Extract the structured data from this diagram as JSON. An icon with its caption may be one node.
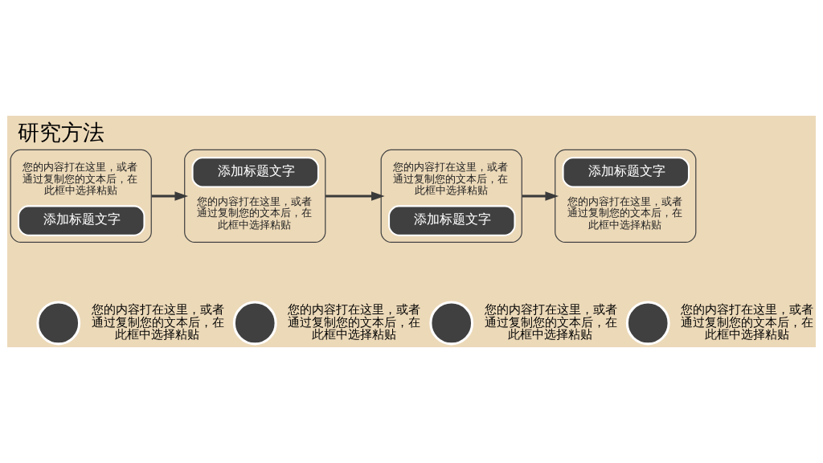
{
  "diagram": {
    "title": "研究方法",
    "nodes": [
      {
        "text": [
          "您的内容打在这里，或者通过复制您的文本后，在此框中选择粘贴",
          "添加标题文字"
        ]
      },
      {
        "text": [
          "添加标题文字",
          "您的内容打在这里，或者通过复制您的文本后，在此框中选择粘贴"
        ]
      },
      {
        "text": [
          "您的内容打在这里，或者通过复制您的文本后，在此框中选择粘贴",
          "添加标题文字"
        ]
      },
      {
        "text": [
          "添加标题文字",
          "您的内容打在这里，或者通过复制您的文本后，在此框中选择粘贴"
        ]
      },
      {
        "text": [],
        "shape": "circle",
        "beside": [
          "您的内容打在这里，或者通过复制您的文本后，在此框中选择粘贴"
        ]
      },
      {
        "text": [],
        "shape": "circle",
        "beside": [
          "您的内容打在这里，或者通过复制您的文本后，在此框中选择粘贴"
        ]
      },
      {
        "text": [],
        "shape": "circle",
        "beside": [
          "您的内容打在这里，或者通过复制您的文本后，在此框中选择粘贴"
        ]
      },
      {
        "text": [],
        "shape": "circle",
        "beside": [
          "您的内容打在这里，或者通过复制您的文本后，在此框中选择粘贴"
        ]
      }
    ],
    "edges": [
      {
        "from": 0,
        "to": 1,
        "arrow": "to"
      },
      {
        "from": 1,
        "to": 2,
        "arrow": "to"
      },
      {
        "from": 2,
        "to": 3,
        "arrow": "to"
      }
    ]
  }
}
